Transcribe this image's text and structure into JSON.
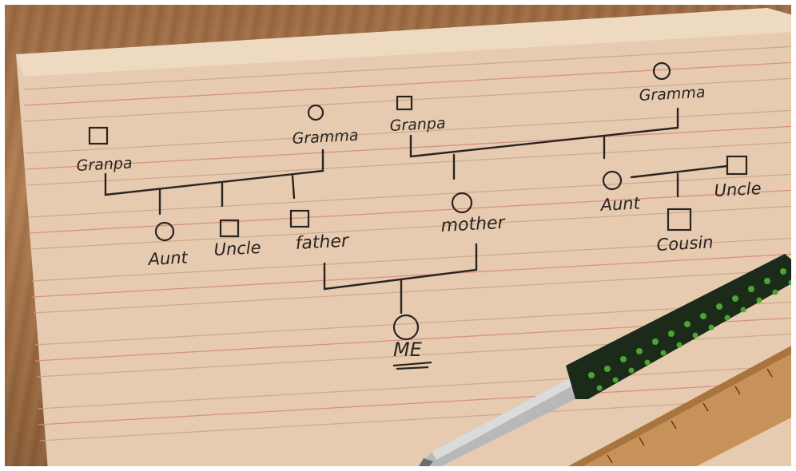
{
  "photo": {
    "subject": "hand-drawn family tree on lined index card",
    "labels": {
      "grandpa_left": "Granpa",
      "gramma_left": "Gramma",
      "grandpa_right": "Granpa",
      "gramma_right": "Gramma",
      "aunt_left": "Aunt",
      "uncle_left": "Uncle",
      "father": "father",
      "mother": "mother",
      "aunt_right": "Aunt",
      "uncle_right": "Uncle",
      "cousin": "Cousin",
      "me": "ME"
    },
    "colors": {
      "paper": "#e8cdb2",
      "rule_line": "#c9a58a",
      "red_line": "#d9867c",
      "ink": "#2a2420",
      "pen_green": "#4aa52e",
      "pen_dark": "#1c2a1a"
    },
    "icons": [
      "square-male-symbol",
      "circle-female-symbol",
      "pen",
      "ruler"
    ]
  }
}
